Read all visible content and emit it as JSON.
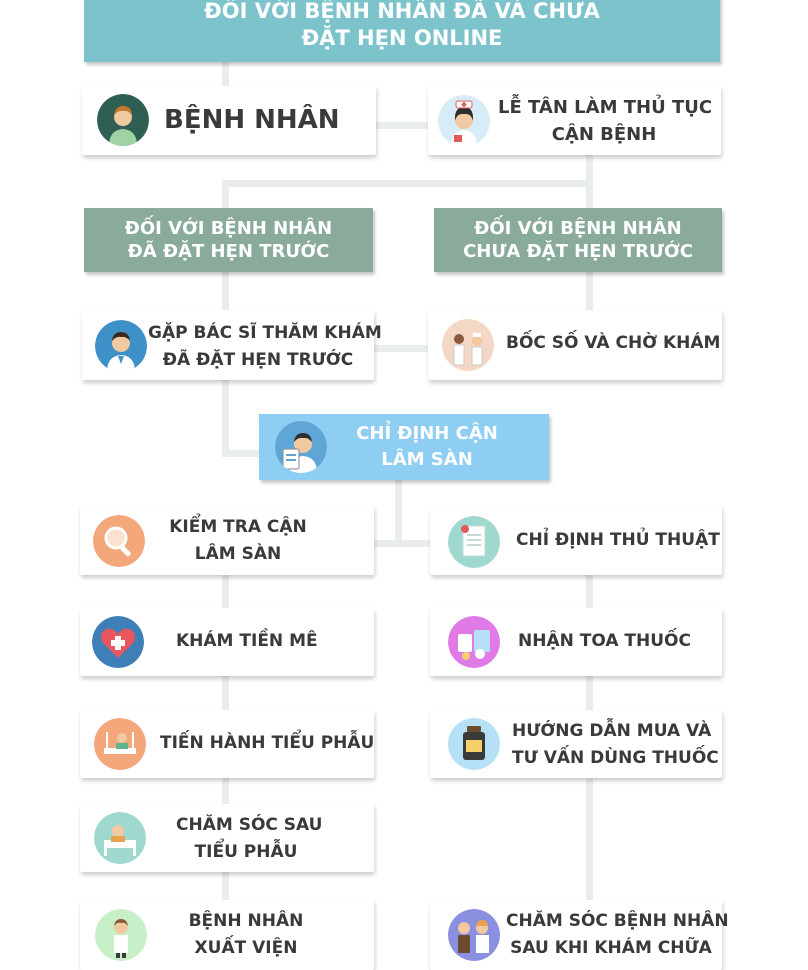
{
  "title": [
    "ĐỐI VỚI BỆNH NHÂN ĐÃ VÀ CHƯA",
    "ĐẶT HẸN ONLINE"
  ],
  "colors": {
    "title_bg": "#7cc3cc",
    "section_bg": "#8aab9b",
    "highlight_bg": "#8ecef2",
    "connector": "#e9edec",
    "text": "#3a3a3a"
  },
  "nodes": {
    "patient": {
      "lines": [
        "BỆNH NHÂN"
      ],
      "icon": "patient-icon"
    },
    "reception": {
      "lines": [
        "LỄ TÂN LÀM THỦ TỤC",
        "CẬN BỆNH"
      ],
      "icon": "nurse-icon"
    },
    "booked_header": {
      "lines": [
        "ĐỐI VỚI BỆNH NHÂN",
        "ĐÃ ĐẶT HẸN TRƯỚC"
      ]
    },
    "unbooked_header": {
      "lines": [
        "ĐỐI VỚI BỆNH NHÂN",
        "CHƯA ĐẶT HẸN TRƯỚC"
      ]
    },
    "meet_doctor": {
      "lines": [
        "GẶP BÁC SĨ THĂM KHÁM",
        "ĐÃ ĐẶT HẸN TRƯỚC"
      ],
      "icon": "doctor-icon"
    },
    "take_number": {
      "lines": [
        "BỐC SỐ VÀ CHỜ KHÁM"
      ],
      "icon": "medical-staff-icon"
    },
    "clinical_order": {
      "lines": [
        "CHỈ ĐỊNH CẬN",
        "LÂM SÀN"
      ],
      "icon": "doctor-clipboard-icon"
    },
    "clinical_test": {
      "lines": [
        "KIỂM TRA CẬN",
        "LÂM SÀN"
      ],
      "icon": "magnifier-icon"
    },
    "procedure_order": {
      "lines": [
        "CHỈ ĐỊNH THỦ THUẬT"
      ],
      "icon": "document-icon"
    },
    "anesthesia": {
      "lines": [
        "KHÁM TIỀN MÊ"
      ],
      "icon": "heart-icon"
    },
    "prescription": {
      "lines": [
        "NHẬN TOA THUỐC"
      ],
      "icon": "medicine-icon"
    },
    "minor_surgery": {
      "lines": [
        "TIẾN HÀNH TIỂU PHẪU"
      ],
      "icon": "surgery-icon"
    },
    "buy_guidance": {
      "lines": [
        "HƯỚNG DẪN MUA VÀ",
        "TƯ VẤN DÙNG THUỐC"
      ],
      "icon": "medicine-bottle-icon"
    },
    "post_surgery": {
      "lines": [
        "CHĂM SÓC SAU",
        "TIỂU PHẪU"
      ],
      "icon": "hospital-bed-icon"
    },
    "discharge": {
      "lines": [
        "BỆNH NHÂN",
        "XUẤT VIỆN"
      ],
      "icon": "discharged-patient-icon"
    },
    "aftercare": {
      "lines": [
        "CHĂM SÓC BỆNH NHÂN",
        "SAU KHI KHÁM CHỮA"
      ],
      "icon": "doctor-patient-icon"
    }
  }
}
